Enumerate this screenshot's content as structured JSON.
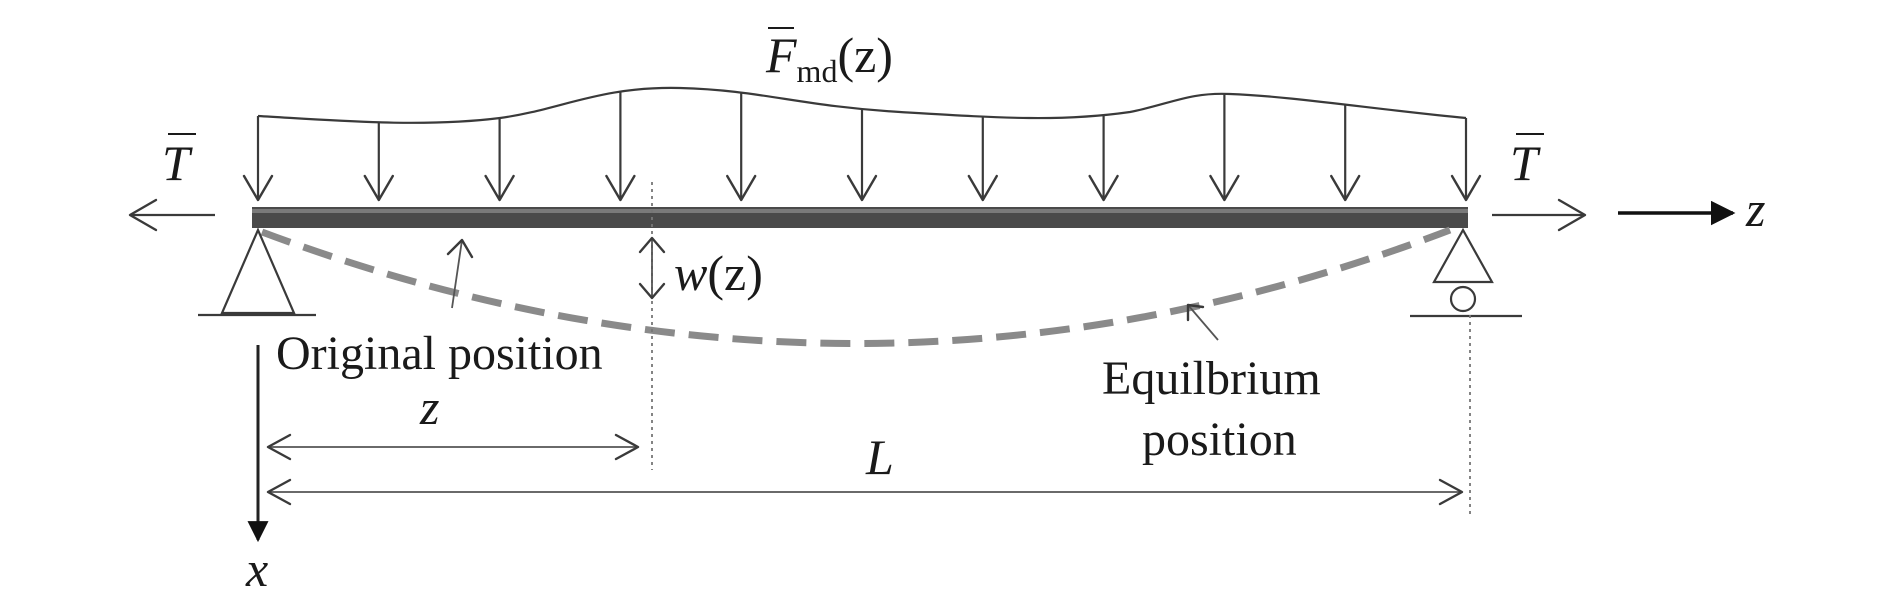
{
  "labels": {
    "load": {
      "symbol": "F",
      "subscript": "md",
      "argument": "(z)"
    },
    "tension_left": "T",
    "tension_right": "T",
    "z_axis": "z",
    "x_axis": "x",
    "deflection": {
      "symbol": "w",
      "argument": "(z)"
    },
    "original_position": "Original position",
    "equilibrium_position_line1": "Equilbrium",
    "equilibrium_position_line2": "position",
    "z_dimension": "z",
    "length": "L"
  },
  "load_arrow_count": 11,
  "colors": {
    "ink": "#3a3a3a",
    "beam": "#4a4a4a",
    "deflected_curve": "#8a8a8a",
    "text": "#1a1a1a"
  }
}
